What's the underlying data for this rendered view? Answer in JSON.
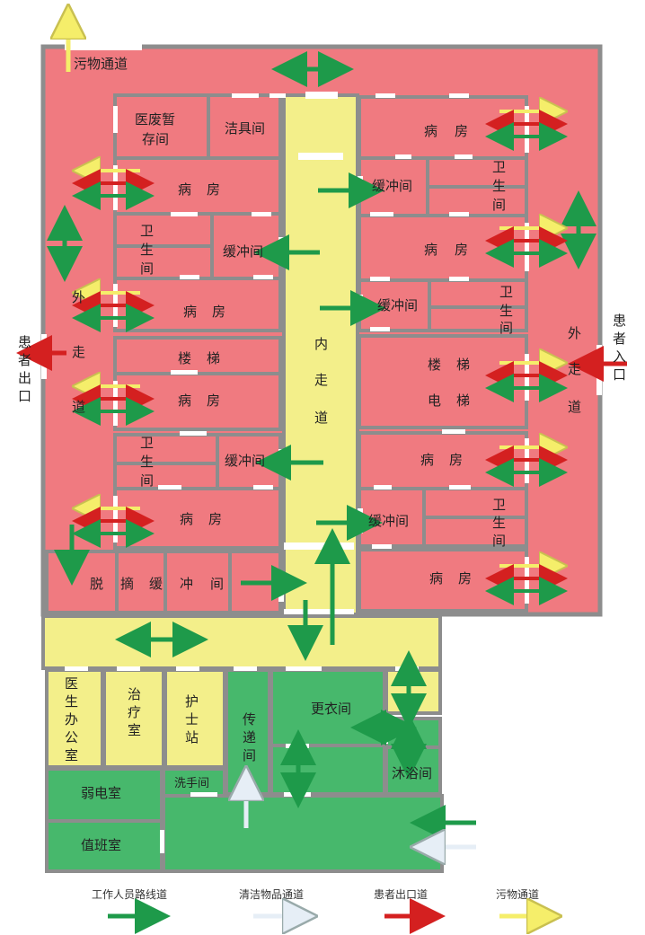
{
  "zones": {
    "top_right": [
      "病",
      "房"
    ],
    "r1_label": "缓冲间",
    "r1_toilet": [
      "卫",
      "生",
      "间"
    ],
    "r2": [
      "病",
      "房"
    ],
    "r3_label": "缓冲间",
    "r3_toilet": [
      "卫",
      "生",
      "间"
    ],
    "stairs_elev": [
      "楼",
      "梯",
      "电",
      "梯"
    ],
    "r5": [
      "病",
      "房"
    ],
    "r6_label": "缓冲间",
    "r6_toilet": [
      "卫",
      "生",
      "间"
    ],
    "r7": [
      "病",
      "房"
    ],
    "medwaste": [
      "医废暂",
      "存间"
    ],
    "cleaning": "洁具间",
    "l1": [
      "病",
      "房"
    ],
    "l_toilet1": [
      "卫",
      "生",
      "间"
    ],
    "l_buffer1": "缓冲间",
    "l2": [
      "病",
      "房"
    ],
    "stairs": [
      "楼",
      "梯"
    ],
    "l3": [
      "病",
      "房"
    ],
    "l_toilet2": [
      "卫",
      "生",
      "间"
    ],
    "l_buffer2": "缓冲间",
    "l4": [
      "病",
      "房"
    ],
    "doff": [
      "脱",
      "摘",
      "缓",
      "冲",
      "间"
    ],
    "inner_corridor": [
      "内",
      "走",
      "道"
    ],
    "outer_left": [
      "外",
      "走",
      "道"
    ],
    "outer_right": [
      "外",
      "走",
      "道"
    ],
    "patient_exit": [
      "患",
      "者",
      "出",
      "口"
    ],
    "patient_entry": [
      "患",
      "者",
      "入",
      "口"
    ],
    "waste_channel": "污物通道",
    "doctor_office": [
      "医",
      "生",
      "办",
      "公",
      "室"
    ],
    "treatment": [
      "治",
      "疗",
      "室"
    ],
    "nurse_station": [
      "护",
      "士",
      "站"
    ],
    "transfer": [
      "传",
      "递",
      "间"
    ],
    "changing": "更衣间",
    "shower": "沐浴间",
    "handwash": "洗手间",
    "weak_current": "弱电室",
    "duty_room": "值班室"
  },
  "legend": [
    {
      "label": "工作人员路线道",
      "color": "#1e9a4a"
    },
    {
      "label": "清洁物品通道",
      "color": "#e6eef6"
    },
    {
      "label": "患者出口道",
      "color": "#d42020"
    },
    {
      "label": "污物通道",
      "color": "#f5ee6a"
    }
  ],
  "colors": {
    "red_zone": "#f07a80",
    "yellow_zone": "#f3ef8a",
    "green_zone": "#47b86c",
    "wall": "#8d8d8d"
  }
}
